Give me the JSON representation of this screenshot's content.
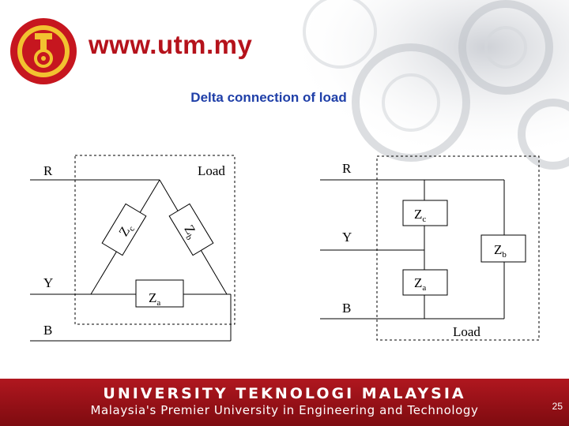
{
  "header": {
    "url": "www.utm.my",
    "logo_icon": "utm-crest-icon",
    "brand_color": "#b5121b"
  },
  "slide": {
    "title": "Delta connection of load"
  },
  "delta_diagram": {
    "line_labels": {
      "r": "R",
      "y": "Y",
      "b": "B"
    },
    "load_label": "Load",
    "impedances": {
      "za": "Z",
      "za_sub": "a",
      "zb": "Z",
      "zb_sub": "b",
      "zc": "Z",
      "zc_sub": "c"
    }
  },
  "equivalent_diagram": {
    "line_labels": {
      "r": "R",
      "y": "Y",
      "b": "B"
    },
    "load_label": "Load",
    "impedances": {
      "za": "Z",
      "za_sub": "a",
      "zb": "Z",
      "zb_sub": "b",
      "zc": "Z",
      "zc_sub": "c"
    }
  },
  "footer": {
    "university": "UNIVERSITY TEKNOLOGI MALAYSIA",
    "tagline": "Malaysia's Premier University in Engineering and Technology",
    "page_number": "25",
    "color": "#9d1119"
  }
}
